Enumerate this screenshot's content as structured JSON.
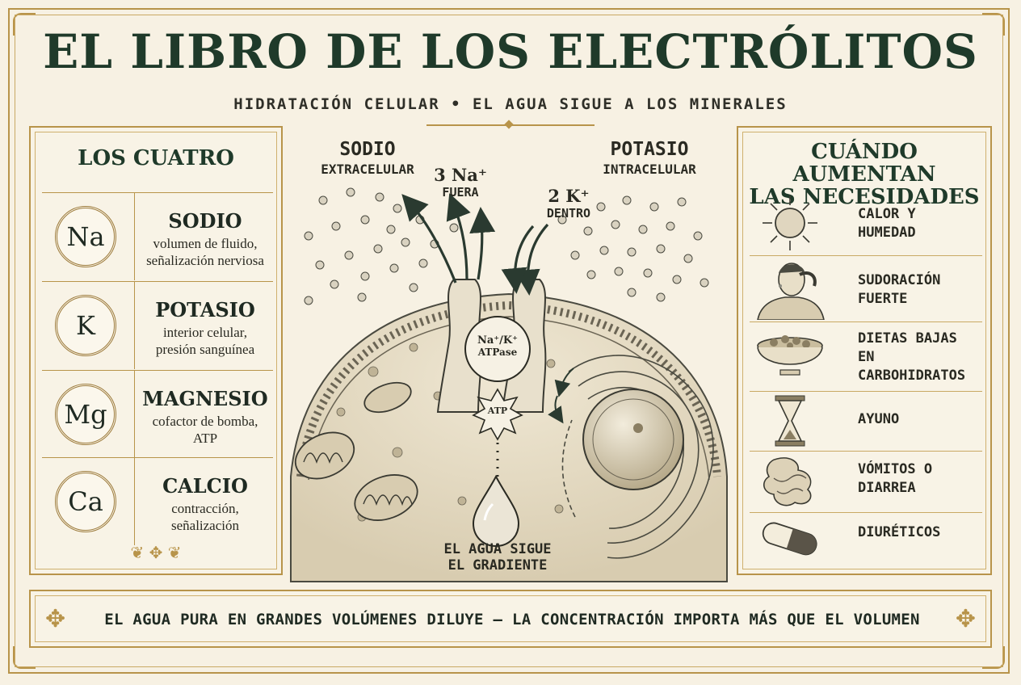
{
  "header": {
    "title": "EL LIBRO DE LOS ELECTRÓLITOS",
    "subtitle": "HIDRATACIÓN CELULAR  •  EL AGUA SIGUE A LOS MINERALES"
  },
  "left_panel": {
    "title": "LOS CUATRO",
    "elements": [
      {
        "symbol": "Na",
        "name": "SODIO",
        "line1": "volumen de fluido,",
        "line2": "señalización nerviosa"
      },
      {
        "symbol": "K",
        "name": "POTASIO",
        "line1": "interior celular,",
        "line2": "presión sanguínea"
      },
      {
        "symbol": "Mg",
        "name": "MAGNESIO",
        "line1": "cofactor de bomba,",
        "line2": "ATP"
      },
      {
        "symbol": "Ca",
        "name": "CALCIO",
        "line1": "contracción,",
        "line2": "señalización"
      }
    ]
  },
  "center": {
    "sodium_label": "SODIO",
    "sodium_sub": "EXTRACELULAR",
    "potassium_label": "POTASIO",
    "potassium_sub": "INTRACELULAR",
    "na_out": "3 Na⁺",
    "na_out_sub": "FUERA",
    "k_in": "2 K⁺",
    "k_in_sub": "DENTRO",
    "pump_line1": "Na⁺/K⁺",
    "pump_line2": "ATPase",
    "atp": "ATP",
    "water_line1": "EL AGUA SIGUE",
    "water_line2": "EL GRADIENTE"
  },
  "right_panel": {
    "title_line1": "CUÁNDO AUMENTAN",
    "title_line2": "LAS NECESIDADES",
    "items": [
      {
        "icon": "sun-icon",
        "label": "CALOR Y\nHUMEDAD"
      },
      {
        "icon": "sweating-person-icon",
        "label": "SUDORACIÓN\nFUERTE"
      },
      {
        "icon": "food-bowl-icon",
        "label": "DIETAS BAJAS\nEN\nCARBOHIDRATOS"
      },
      {
        "icon": "hourglass-icon",
        "label": "AYUNO"
      },
      {
        "icon": "intestine-icon",
        "label": "VÓMITOS O\nDIARREA"
      },
      {
        "icon": "capsule-icon",
        "label": "DIURÉTICOS"
      }
    ]
  },
  "banner": {
    "text": "EL AGUA PURA EN GRANDES VOLÚMENES DILUYE  —  LA CONCENTRACIÓN IMPORTA MÁS QUE EL VOLUMEN",
    "ornament": "✥"
  },
  "colors": {
    "gold": "#b8944a",
    "ink": "#2a2a22",
    "title_green": "#1f3a2a",
    "paper": "#f7f1e3"
  }
}
